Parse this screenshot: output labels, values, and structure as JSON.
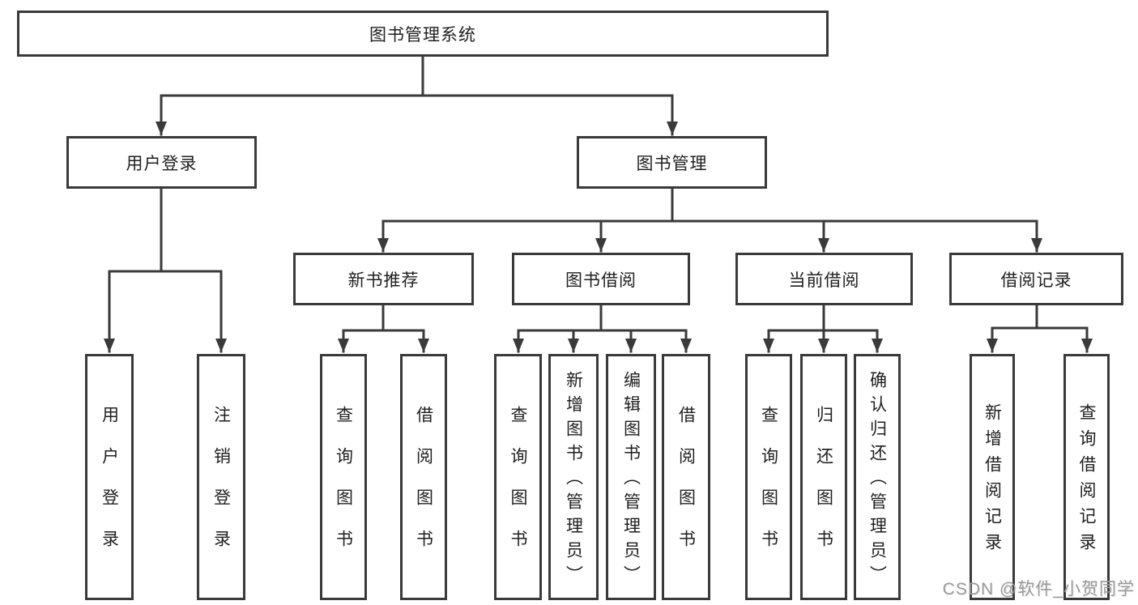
{
  "page": {
    "background": "#ffffff"
  },
  "colors": {
    "line": "#3a3a3a",
    "box_border": "#3a3a3a",
    "box_fill": "#ffffff",
    "text": "#1f1f1f",
    "watermark": "#9b9b9b"
  },
  "watermark": {
    "text": "CSDN @软件_小贺同学"
  },
  "tree": {
    "label": "图书管理系统",
    "children": [
      {
        "label": "用户登录",
        "children": [
          {
            "label": "用户登录"
          },
          {
            "label": "注销登录"
          }
        ]
      },
      {
        "label": "图书管理",
        "children": [
          {
            "label": "新书推荐",
            "children": [
              {
                "label": "查询图书"
              },
              {
                "label": "借阅图书"
              }
            ]
          },
          {
            "label": "图书借阅",
            "children": [
              {
                "label": "查询图书"
              },
              {
                "label": "新增图书（管理员）"
              },
              {
                "label": "编辑图书（管理员）"
              },
              {
                "label": "借阅图书"
              }
            ]
          },
          {
            "label": "当前借阅",
            "children": [
              {
                "label": "查询图书"
              },
              {
                "label": "归还图书"
              },
              {
                "label": "确认归还（管理员）"
              }
            ]
          },
          {
            "label": "借阅记录",
            "children": [
              {
                "label": "新增借阅记录"
              },
              {
                "label": "查询借阅记录"
              }
            ]
          }
        ]
      }
    ]
  }
}
